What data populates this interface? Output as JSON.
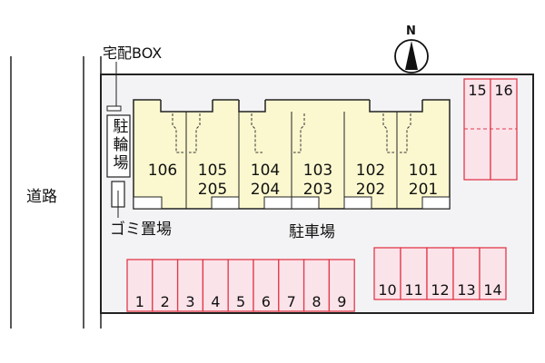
{
  "labels": {
    "delivery_box": "宅配BOX",
    "road": "道路",
    "bicycle_parking": "駐輪場",
    "garbage": "ゴミ置場",
    "parking_lot": "駐車場",
    "north": "N"
  },
  "units": [
    {
      "top": "106",
      "bottom": ""
    },
    {
      "top": "105",
      "bottom": "205"
    },
    {
      "top": "104",
      "bottom": "204"
    },
    {
      "top": "103",
      "bottom": "203"
    },
    {
      "top": "102",
      "bottom": "202"
    },
    {
      "top": "101",
      "bottom": "201"
    }
  ],
  "parking_left": [
    "1",
    "2",
    "3",
    "4",
    "5",
    "6",
    "7",
    "8",
    "9"
  ],
  "parking_right": [
    "10",
    "11",
    "12",
    "13",
    "14"
  ],
  "parking_top": [
    "15",
    "16"
  ],
  "colors": {
    "lot": "#f3f3f5",
    "building": "#fbf8cf",
    "stall_fill": "#fbe3ea",
    "stall_stroke": "#e23a4a"
  }
}
